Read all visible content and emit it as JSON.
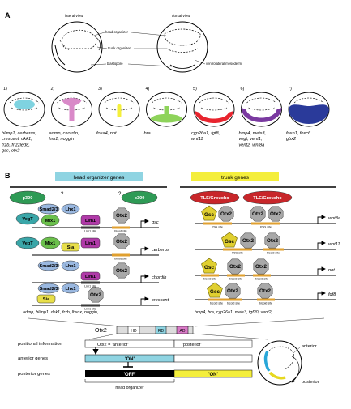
{
  "panelA": {
    "letter": "A",
    "topEmbryos": {
      "lateralView": "lateral view",
      "dorsalView": "dorsal view",
      "headOrganizer": "head organizer",
      "trunkOrganizer": "trunk organizer",
      "blastopore": "blastopore",
      "ventrolateralMesoderm": "ventrolateral mesoderm"
    },
    "expressionPatterns": [
      {
        "num": "1)",
        "color": "#7fd3e0",
        "genes": [
          "blimp1, cerberus,",
          "crescent, dkk1,",
          "frzb, frizzled8,",
          "gsc, otx2"
        ]
      },
      {
        "num": "2)",
        "color": "#d989c8",
        "genes": [
          "admp, chordin,",
          "hm1, noggin"
        ]
      },
      {
        "num": "3)",
        "color": "#f4ef3a",
        "genes": [
          "foxa4, not"
        ]
      },
      {
        "num": "4)",
        "color": "#8ed35a",
        "genes": [
          "bra"
        ]
      },
      {
        "num": "5)",
        "color": "#e8242e",
        "genes": [
          "cyp26a1, fgf8,",
          "wnt11"
        ]
      },
      {
        "num": "6)",
        "color": "#7a3aa0",
        "genes": [
          "bmp4, meis3,",
          "vegt, vent1,",
          "vent2, wnt8a"
        ]
      },
      {
        "num": "7)",
        "color": "#2a3a9a",
        "genes": [
          "foxb1, foxc6",
          "gbx2"
        ]
      }
    ]
  },
  "panelB": {
    "letter": "B",
    "headHeader": "head organizer genes",
    "trunkHeader": "trunk genes",
    "p300": "p300",
    "question": "?",
    "tle": "TLE/Groucho",
    "proteins": {
      "veg": "VegT",
      "smad": "Smad2/3",
      "lhx": "Lhx1",
      "mix": "Mix1",
      "lim": "Lim1",
      "sia": "Sia",
      "otx2": "Otx2",
      "gsc": "Gsc"
    },
    "sites": {
      "lim": "Lim1 site",
      "blood": "blood site",
      "p3g": "P3G site",
      "bicoid": "bicoid site"
    },
    "headGenes": [
      "gsc",
      "cerberus",
      "chordin",
      "crescent"
    ],
    "trunkGenes": [
      "wnt8a",
      "wnt11",
      "not",
      "fgf8"
    ],
    "headBottom": "admp, blimp1, dkk1, frzb, lhxox, noggin, ...",
    "trunkBottom": "bmp4, bra, cyp26a1, meis3, fgf20, vent2, ...",
    "otx2Label": "Otx2",
    "domains": {
      "hd": "HD",
      "rd": "RD",
      "ad": "AD"
    },
    "bottom": {
      "positional": "positional information",
      "anterior": "anterior genes",
      "posterior": "posterior genes",
      "antText": "Otx2 = 'anterior'",
      "postText": "'posterior'",
      "on": "'ON'",
      "off": "'OFF'",
      "on2": "'ON'",
      "headOrganizer": "head organizer",
      "anteriorLabel": "anterior",
      "posteriorLabel": "posterior"
    }
  }
}
